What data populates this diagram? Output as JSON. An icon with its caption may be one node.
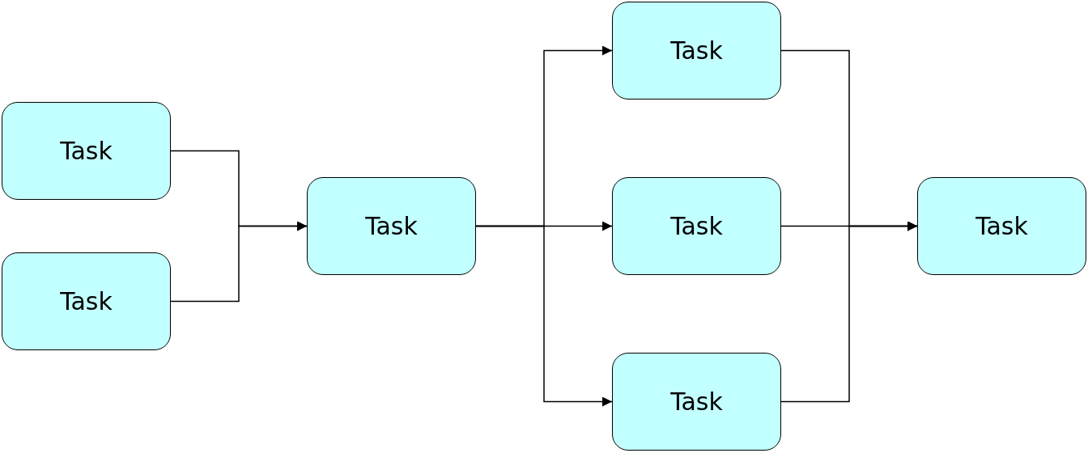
{
  "diagram": {
    "nodes": [
      {
        "text": [
          "Task"
        ]
      },
      {
        "text": [
          "Task"
        ]
      },
      {
        "text": [
          "Task"
        ]
      },
      {
        "text": [
          "Task"
        ]
      },
      {
        "text": [
          "Task"
        ]
      },
      {
        "text": [
          "Task"
        ]
      },
      {
        "text": [
          "Task"
        ]
      }
    ],
    "edges": [
      {
        "from": 0,
        "to": 2,
        "arrow": "to"
      },
      {
        "from": 1,
        "to": 2,
        "arrow": "to"
      },
      {
        "from": 2,
        "to": 3,
        "arrow": "to"
      },
      {
        "from": 2,
        "to": 4,
        "arrow": "to"
      },
      {
        "from": 2,
        "to": 5,
        "arrow": "to"
      },
      {
        "from": 3,
        "to": 6,
        "arrow": "to"
      },
      {
        "from": 4,
        "to": 6,
        "arrow": "to"
      },
      {
        "from": 5,
        "to": 6,
        "arrow": "to"
      }
    ]
  }
}
